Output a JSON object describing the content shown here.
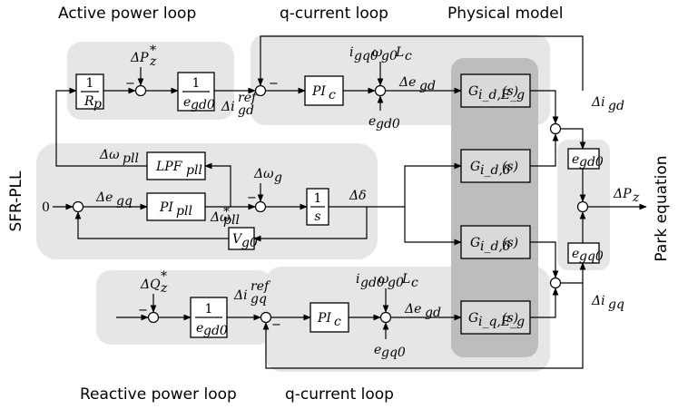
{
  "regions": {
    "active_power_loop": "Active power loop",
    "q_current_loop_top": "q-current loop",
    "physical_model": "Physical model",
    "sfr_pll": "SFR-PLL",
    "park_equation": "Park equation",
    "reactive_power_loop": "Reactive power loop",
    "q_current_loop_bottom": "q-current loop"
  },
  "blocks": {
    "rp_num": "1",
    "rp_den": "R",
    "rp_den_sub": "p",
    "egd0_num": "1",
    "egd0_den": "e",
    "egd0_den_sub": "gd0",
    "pic_top": "PI",
    "pic_top_sub": "c",
    "lpf": "LPF",
    "lpf_sub": "pll",
    "pipll": "PI",
    "pipll_sub": "pll",
    "int_num": "1",
    "int_den": "s",
    "vg0": "V",
    "vg0_sub": "g0",
    "q_num": "1",
    "q_den": "e",
    "q_den_sub": "gd0",
    "pic_bot": "PI",
    "pic_bot_sub": "c",
    "g1": "G",
    "g1_sub": "i_d,E_g",
    "g1_tail": "(s)",
    "g2": "G",
    "g2_sub": "i_d,δ",
    "g2_tail": "(s)",
    "g3": "G",
    "g3_sub": "i_d,δ",
    "g3_tail": "(s)",
    "g4": "G",
    "g4_sub": "i_q,E_g",
    "g4_tail": "(s)",
    "park_egd0": "e",
    "park_egd0_sub": "gd0",
    "park_egq0": "e",
    "park_egq0_sub": "gq0"
  },
  "signals": {
    "dpz_star": "ΔP",
    "dpz_star_sub": "z",
    "dpz_star_sup": "*",
    "digd_ref": "Δi",
    "digd_ref_sub": "gd",
    "digd_ref_sup": "ref",
    "igq0_wg0_lc": "i",
    "igq0_sub": "gq0",
    "omega_g0": "ω",
    "omega_g0_sub": "g0",
    "lc": "L",
    "lc_sub": "c",
    "de_gd_top": "Δe",
    "de_gd_top_sub": "gd",
    "egd0_in": "e",
    "egd0_in_sub": "gd0",
    "di_gd": "Δi",
    "di_gd_sub": "gd",
    "domega_pll": "Δω",
    "domega_pll_sub": "pll",
    "domega_g": "Δω",
    "domega_g_sub": "g",
    "zero": "0",
    "de_gq": "Δe",
    "de_gq_sub": "gq",
    "domega_pll_star": "Δω",
    "domega_pll_star_sub": "pll",
    "domega_pll_star_sup": "*",
    "ddelta": "Δδ",
    "dpz_out": "ΔP",
    "dpz_out_sub": "z",
    "dqz_star": "ΔQ",
    "dqz_star_sub": "z",
    "dqz_star_sup": "*",
    "digq_ref": "Δi",
    "digq_ref_sub": "gq",
    "digq_ref_sup": "ref",
    "igd0": "i",
    "igd0_sub": "gd0",
    "omega_g0_b": "ω",
    "omega_g0_b_sub": "g0",
    "lc_b": "L",
    "lc_b_sub": "c",
    "de_gd_bot": "Δe",
    "de_gd_bot_sub": "gd",
    "egq0_in": "e",
    "egq0_in_sub": "gq0",
    "di_gq": "Δi",
    "di_gq_sub": "gq"
  },
  "signs": {
    "minus": "−"
  }
}
